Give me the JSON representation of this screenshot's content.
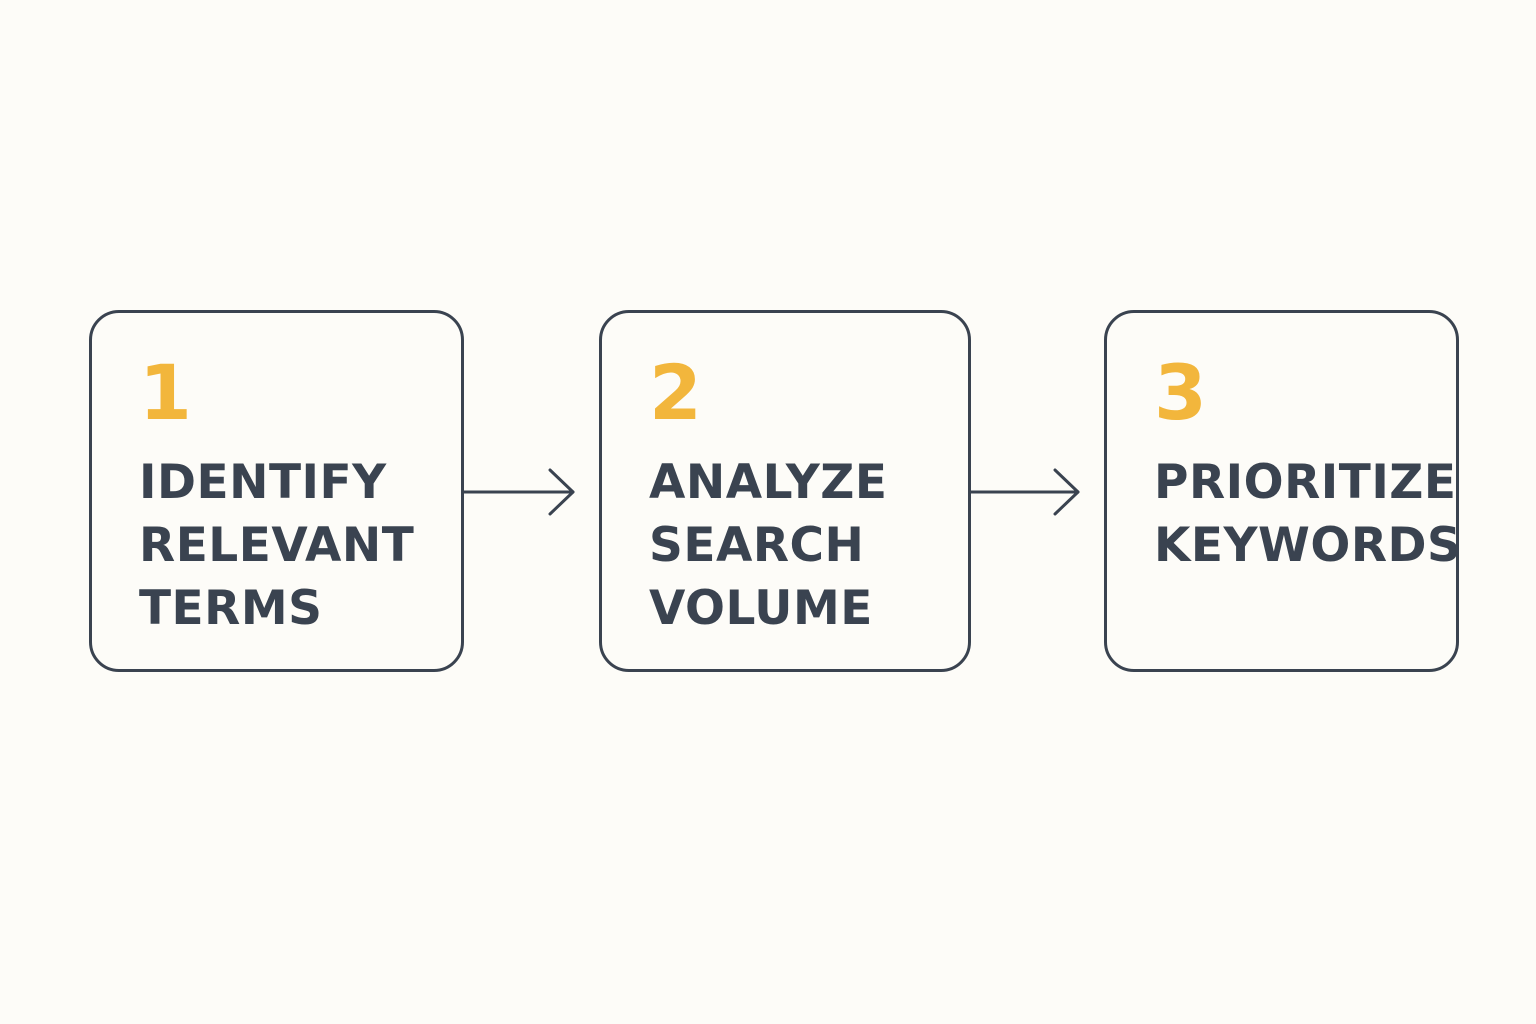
{
  "colors": {
    "background": "#fdfcf8",
    "stroke": "#3a4350",
    "accent": "#f2b63c"
  },
  "steps": [
    {
      "number": "1",
      "lines": [
        "IDENTIFY",
        "RELEVANT",
        "TERMS"
      ]
    },
    {
      "number": "2",
      "lines": [
        "ANALYZE",
        "SEARCH",
        "VOLUME"
      ]
    },
    {
      "number": "3",
      "lines": [
        "PRIORITIZE",
        "KEYWORDS"
      ]
    }
  ]
}
